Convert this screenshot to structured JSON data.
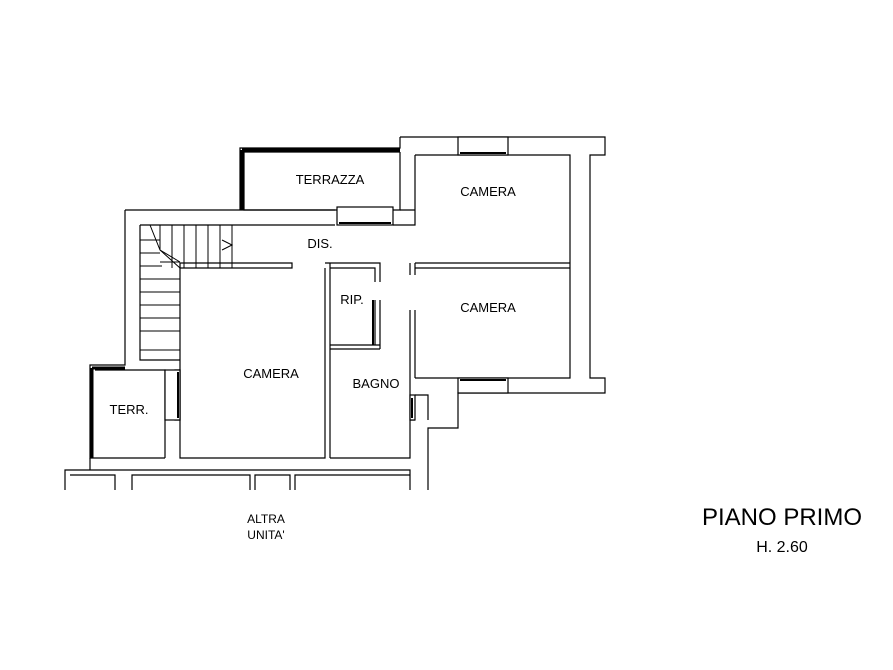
{
  "plan": {
    "title": "PIANO PRIMO",
    "height": "H. 2.60",
    "rooms": {
      "terrazza": "TERRAZZA",
      "camera_nord": "CAMERA",
      "dis": "DIS.",
      "camera_est": "CAMERA",
      "rip": "RIP.",
      "camera_ovest": "CAMERA",
      "bagno": "BAGNO",
      "terr": "TERR."
    },
    "neighbor_line1": "ALTRA",
    "neighbor_line2": "UNITA'"
  },
  "colors": {
    "wall": "#000000",
    "background": "#ffffff"
  }
}
